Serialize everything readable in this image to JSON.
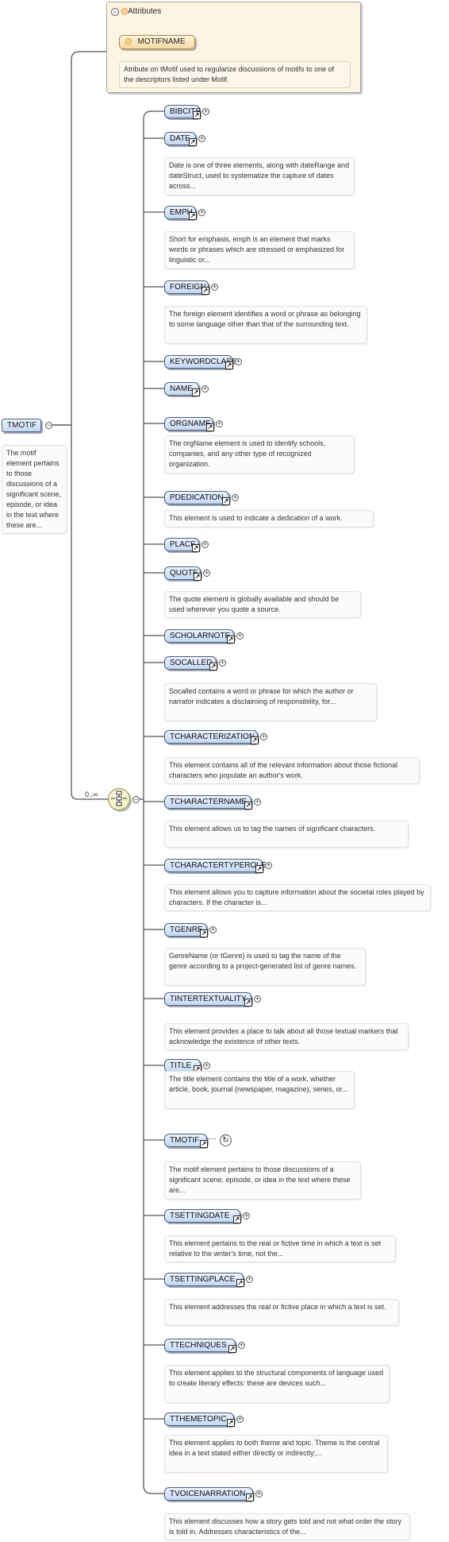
{
  "root": {
    "name": "TMOTIF",
    "description": "The motif element pertains to those discussions of a significant scene, episode, or idea in the text where these are...",
    "occurrence": "0..∞"
  },
  "attributes": {
    "title": "Attributes",
    "icon": "@",
    "items": [
      {
        "name": "MOTIFNAME",
        "description": "Atribute on tMotif used to regularize discussions of motifs to one of the descriptors listed under Motif."
      }
    ]
  },
  "children": [
    {
      "name": "BIBCITS",
      "description": ""
    },
    {
      "name": "DATE",
      "description": "Date is one of three elements, along with dateRange and dateStruct, used to systematize the capture of dates across..."
    },
    {
      "name": "EMPH",
      "description": "Short for emphasis, emph is an element that marks words or phrases which are stressed or emphasized for linguistic or..."
    },
    {
      "name": "FOREIGN",
      "description": "The foreign element identifies a word or phrase as belonging to some language other than that of the surrounding text."
    },
    {
      "name": "KEYWORDCLASS",
      "description": ""
    },
    {
      "name": "NAME",
      "description": ""
    },
    {
      "name": "ORGNAME",
      "description": "The orgName element is used to identify schools, companies, and any other type of recognized organization."
    },
    {
      "name": "PDEDICATION",
      "description": "This element is used to indicate a dedication of a work."
    },
    {
      "name": "PLACE",
      "description": ""
    },
    {
      "name": "QUOTE",
      "description": "The quote element is globally available and should be used wherever you quote a source."
    },
    {
      "name": "SCHOLARNOTE",
      "description": ""
    },
    {
      "name": "SOCALLED",
      "description": "Socalled contains a word or phrase for which the author or narrator indicates a disclaiming of responsibility, for..."
    },
    {
      "name": "TCHARACTERIZATION",
      "description": "This element contains all of the relevant information about those fictional characters who populate an author's work."
    },
    {
      "name": "TCHARACTERNAME",
      "description": "This element allows us to tag the names of significant characters."
    },
    {
      "name": "TCHARACTERTYPEROLE",
      "description": "This element allows you to capture information about the societal roles played by characters. If the character is..."
    },
    {
      "name": "TGENRE",
      "description": "GenreName (or tGenre) is used to tag the name of the genre according to a project-generated list of genre names."
    },
    {
      "name": "TINTERTEXTUALITY",
      "description": "This element provides a place to talk about all those textual markers that acknowledge the existence of other texts."
    },
    {
      "name": "TITLE",
      "description": "The title element contains the title of a work, whether article, book, journal (newspaper, magazine), series, or..."
    },
    {
      "name": "TMOTIF",
      "description": "The motif element pertains to those discussions of a significant scene, episode, or idea in the text where these are..."
    },
    {
      "name": "TSETTINGDATE",
      "description": "This element pertains to the real or fictive time in which a text is set relative to the writer's time, not the..."
    },
    {
      "name": "TSETTINGPLACE",
      "description": "This element addresses the real or fictive place in which a text is set."
    },
    {
      "name": "TTECHNIQUES",
      "description": "This element applies to the structural components of language used to create literary effects: these are devices such..."
    },
    {
      "name": "TTHEMETOPIC",
      "description": "This element applies to both theme and topic. Theme is the central idea in a text stated either directly or indirectly;..."
    },
    {
      "name": "TVOICENARRATION",
      "description": "This element discusses how a story gets told and not what order the story is told in. Addresses characteristics of the..."
    }
  ]
}
